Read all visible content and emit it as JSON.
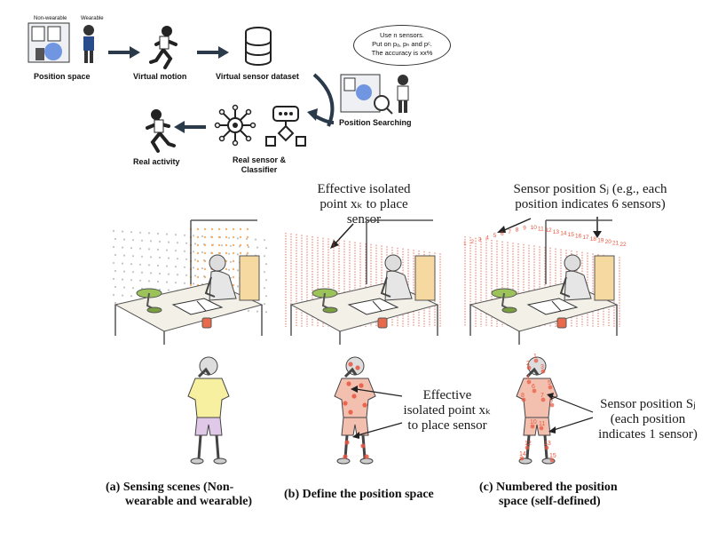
{
  "pipeline": {
    "tags": {
      "non_wearable": "Non-wearable",
      "wearable": "Wearable"
    },
    "position_space": "Position space",
    "virtual_motion": "Virtual motion",
    "virtual_dataset": "Virtual sensor dataset",
    "position_searching": "Position Searching",
    "real_activity": "Real activity",
    "real_sensor_line1": "Real sensor &",
    "real_sensor_line2": "Classifier",
    "bubble": {
      "line1": "Use n sensors.",
      "line2": "Put on pₐ, pₕ and pᶜ.",
      "line3": "The accuracy is xx%"
    }
  },
  "annotations": {
    "effective_scene": [
      "Effective isolated",
      "point xₖ to place",
      "sensor"
    ],
    "sensor_pos_scene": [
      "Sensor position Sⱼ (e.g., each",
      "position indicates 6 sensors)"
    ],
    "effective_body": [
      "Effective",
      "isolated point xₖ",
      "to place sensor"
    ],
    "sensor_pos_body": [
      "Sensor position Sⱼ",
      "(each position",
      "indicates 1 sensor)"
    ]
  },
  "grid_numbers": [
    "1",
    "2",
    "3",
    "4",
    "5",
    "6",
    "7",
    "8",
    "9",
    "10",
    "11",
    "12",
    "13",
    "14",
    "15",
    "16",
    "17",
    "18",
    "19",
    "20",
    "21",
    "22"
  ],
  "body_numbers": [
    "1",
    "2",
    "3",
    "4",
    "5",
    "6",
    "7",
    "8",
    "9",
    "10",
    "11",
    "12",
    "13",
    "14",
    "15"
  ],
  "captions": {
    "a": [
      "(a) Sensing scenes (Non-",
      "wearable and wearable)"
    ],
    "b": [
      "(b) Define the position space"
    ],
    "c": [
      "(c) Numbered the position",
      "space (self-defined)"
    ]
  },
  "colors": {
    "accent_red": "#e8553e",
    "dot_gray": "#bdbdbd",
    "orange": "#f0a050",
    "arrow_dark": "#2a3a4a"
  }
}
